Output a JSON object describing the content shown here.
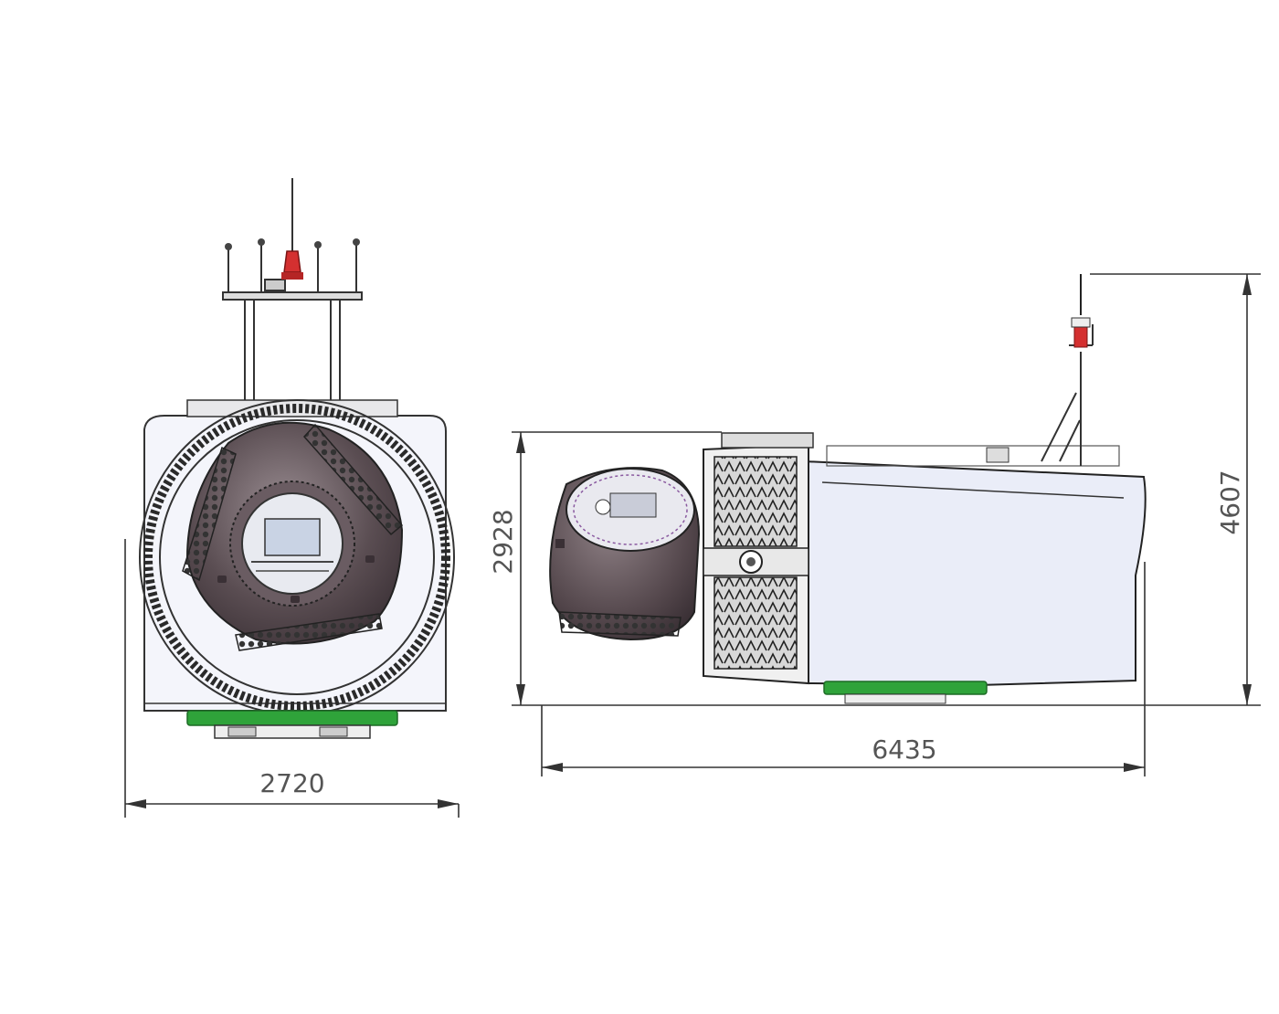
{
  "dimensions": {
    "front_width": "2720",
    "side_length": "6435",
    "side_height_body": "2928",
    "side_height_total": "4607"
  },
  "colors": {
    "hub_shell": "#5a4d52",
    "hub_shell_light": "#8a7c82",
    "nacelle_cover": "#eaedf8",
    "base_green": "#2fa33a",
    "warning_light": "#d43030",
    "line": "#222222",
    "dimension_line": "#333333"
  },
  "icons": [
    "aviation-warning-light-icon",
    "anemometer-icon",
    "lightning-rod-icon"
  ]
}
